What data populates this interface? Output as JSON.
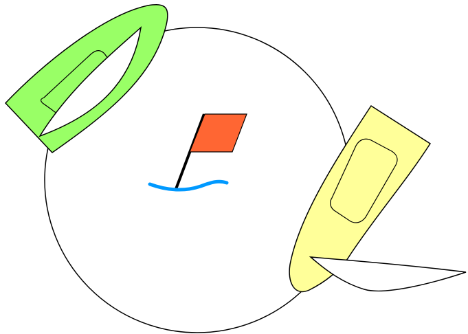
{
  "diagram": {
    "colors": {
      "background": "#ffffff",
      "outline": "#000000",
      "circle_fill": "#ffffff",
      "green_boat_hull": "#99ff66",
      "yellow_boat_hull": "#ffff99",
      "sail_fill": "#ffffff",
      "flag_fill": "#ff6633",
      "flag_pole": "#000000",
      "water": "#0099ff"
    },
    "elements": {
      "zone_circle": "circle",
      "green_boat": "boat",
      "yellow_boat": "boat",
      "mark_flag": "flag",
      "water_line": "wave"
    }
  }
}
